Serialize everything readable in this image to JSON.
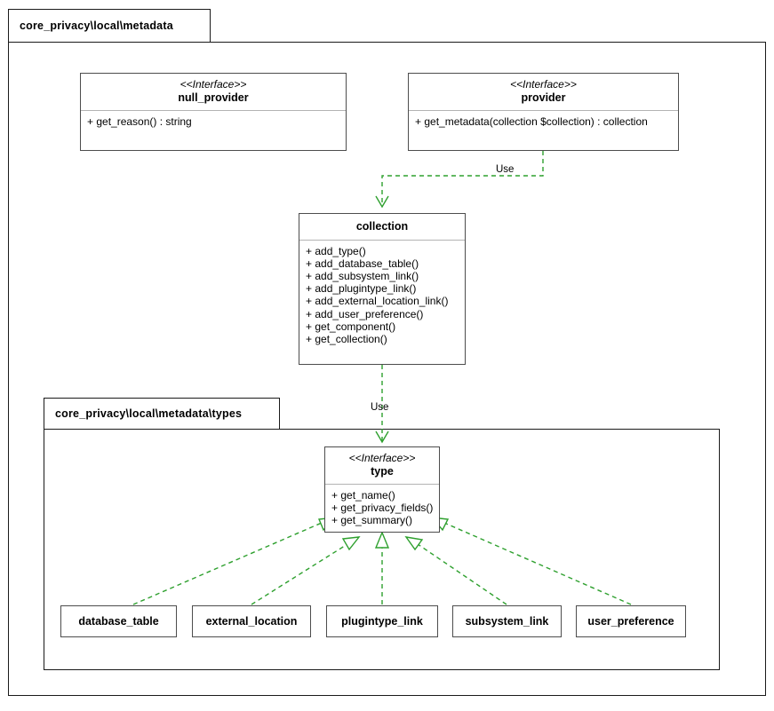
{
  "diagram": {
    "type": "uml-class-diagram",
    "background": "#ffffff",
    "relation_color": "#2ea02e",
    "box_border_color": "#4d4d4d",
    "frame_border_color": "#1a1a1a"
  },
  "packages": [
    {
      "id": "pkg_metadata",
      "label": "core_privacy\\local\\metadata"
    },
    {
      "id": "pkg_types",
      "label": "core_privacy\\local\\metadata\\types"
    }
  ],
  "classes": [
    {
      "id": "null_provider",
      "stereotype": "<<Interface>>",
      "name": "null_provider",
      "members": [
        "+ get_reason() : string"
      ]
    },
    {
      "id": "provider",
      "stereotype": "<<Interface>>",
      "name": "provider",
      "members": [
        "+ get_metadata(collection $collection) : collection"
      ]
    },
    {
      "id": "collection",
      "stereotype": "",
      "name": "collection",
      "members": [
        "+ add_type()",
        "+ add_database_table()",
        "+ add_subsystem_link()",
        "+ add_plugintype_link()",
        "+ add_external_location_link()",
        "+ add_user_preference()",
        "+ get_component()",
        "+ get_collection()"
      ]
    },
    {
      "id": "type",
      "stereotype": "<<Interface>>",
      "name": "type",
      "members": [
        "+ get_name()",
        "+ get_privacy_fields()",
        "+ get_summary()"
      ]
    },
    {
      "id": "database_table",
      "stereotype": "",
      "name": "database_table",
      "members": []
    },
    {
      "id": "external_location",
      "stereotype": "",
      "name": "external_location",
      "members": []
    },
    {
      "id": "plugintype_link",
      "stereotype": "",
      "name": "plugintype_link",
      "members": []
    },
    {
      "id": "subsystem_link",
      "stereotype": "",
      "name": "subsystem_link",
      "members": []
    },
    {
      "id": "user_preference",
      "stereotype": "",
      "name": "user_preference",
      "members": []
    }
  ],
  "relations": [
    {
      "id": "rel_provider_collection",
      "from": "provider",
      "to": "collection",
      "kind": "dependency",
      "label": "Use"
    },
    {
      "id": "rel_collection_type",
      "from": "collection",
      "to": "type",
      "kind": "dependency",
      "label": "Use"
    },
    {
      "id": "rel_database_table_type",
      "from": "database_table",
      "to": "type",
      "kind": "realization",
      "label": ""
    },
    {
      "id": "rel_external_location_type",
      "from": "external_location",
      "to": "type",
      "kind": "realization",
      "label": ""
    },
    {
      "id": "rel_plugintype_link_type",
      "from": "plugintype_link",
      "to": "type",
      "kind": "realization",
      "label": ""
    },
    {
      "id": "rel_subsystem_link_type",
      "from": "subsystem_link",
      "to": "type",
      "kind": "realization",
      "label": ""
    },
    {
      "id": "rel_user_preference_type",
      "from": "user_preference",
      "to": "type",
      "kind": "realization",
      "label": ""
    }
  ]
}
